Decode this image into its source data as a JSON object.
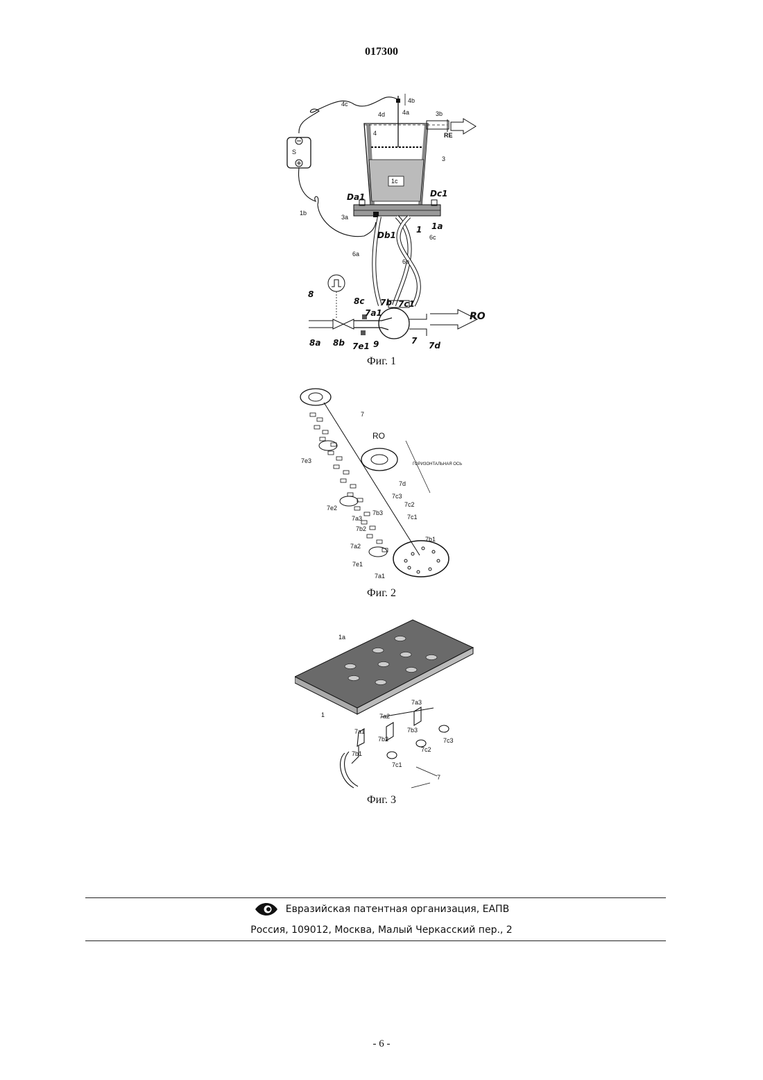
{
  "header": {
    "patent_number": "017300"
  },
  "figures": [
    {
      "caption": "Фиг. 1",
      "labels": [
        "4c",
        "4b",
        "4d",
        "4a",
        "3b",
        "RE",
        "4",
        "S",
        "3",
        "1c",
        "Da1",
        "Dc1",
        "1b",
        "3a",
        "1",
        "1a",
        "Db1",
        "6c",
        "6a",
        "6b",
        "8",
        "8c",
        "7b",
        "7c1",
        "7a1",
        "RO",
        "8a",
        "8b",
        "7e1",
        "9",
        "7",
        "7d"
      ]
    },
    {
      "caption": "Фиг. 2",
      "labels": [
        "7",
        "RO",
        "ГОРИЗОНТАЛЬНАЯ ОСЬ",
        "7e3",
        "7d",
        "7c3",
        "7c2",
        "7e2",
        "7a3",
        "7b3",
        "7c1",
        "7b2",
        "7b1",
        "7a2",
        "7e1",
        "7a1"
      ]
    },
    {
      "caption": "Фиг. 3",
      "labels": [
        "1a",
        "1",
        "7a3",
        "7a2",
        "7b3",
        "7a1",
        "7b2",
        "7c2",
        "7c3",
        "7b1",
        "7c1",
        "7"
      ]
    }
  ],
  "footer": {
    "organization": "Евразийская патентная организация, ЕАПВ",
    "address": "Россия, 109012, Москва, Малый Черкасский пер., 2",
    "logo_icon": "eye-logo-icon"
  },
  "page_number": "- 6 -"
}
